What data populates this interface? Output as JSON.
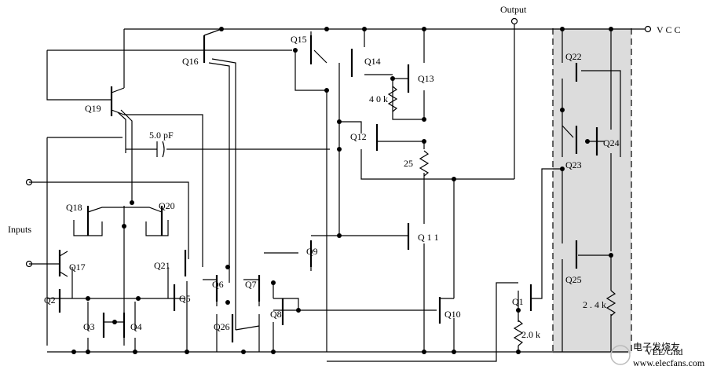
{
  "labels": {
    "output": "Output",
    "vcc": "V C C",
    "inputs": "Inputs",
    "cap": "5.0 pF",
    "r40k": "4 0  k",
    "r25": "25",
    "r2k": "2.0 k",
    "r24k": "2 . 4  k",
    "vee_gnd": "VEE/Gnd"
  },
  "transistors": {
    "q1": "Q1",
    "q2": "Q2",
    "q3": "Q3",
    "q4": "Q4",
    "q5": "Q5",
    "q6": "Q6",
    "q7": "Q7",
    "q8": "Q8",
    "q9": "Q9",
    "q10": "Q10",
    "q11": "Q 1 1",
    "q12": "Q12",
    "q13": "Q13",
    "q14": "Q14",
    "q15": "Q15",
    "q16": "Q16",
    "q17": "Q17",
    "q18": "Q18",
    "q19": "Q19",
    "q20": "Q20",
    "q21": "Q21",
    "q22": "Q22",
    "q23": "Q23",
    "q24": "Q24",
    "q25": "Q25",
    "q26": "Q26"
  },
  "watermark": {
    "logo_text": "电子发烧友",
    "url": "www.elecfans.com"
  },
  "colors": {
    "wire": "#000000",
    "shaded_region": "#dcdcdc",
    "watermark": "#bbbbbb"
  }
}
